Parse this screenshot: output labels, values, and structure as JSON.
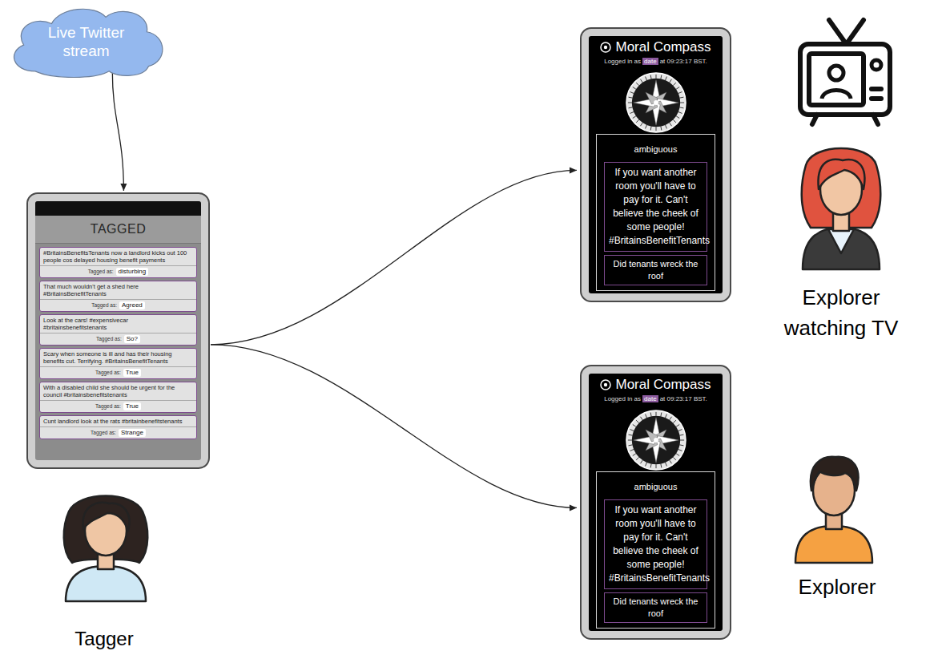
{
  "diagram": {
    "nodes": [
      {
        "text": [
          "Live Twitter stream"
        ]
      },
      {
        "text": [
          "TAGGED"
        ]
      },
      {
        "text": [
          "#BritainsBenefitsTenants now a landlord kicks out 100 people cos delayed housing benefit payments",
          "Tagged as:",
          "disturbing"
        ],
        "in": 1
      },
      {
        "text": [
          "That much wouldn't get a shed here #BritainsBenefitTenants",
          "Tagged as:",
          "Agreed"
        ],
        "in": 1
      },
      {
        "text": [
          "Look at the cars! #expensivecar #britainsbenefitstenants",
          "Tagged as:",
          "So?"
        ],
        "in": 1
      },
      {
        "text": [
          "Scary when someone is ill and has their housing benefits cut. Terrifying. #BritainsBenefitTenants",
          "Tagged as:",
          "True"
        ],
        "in": 1
      },
      {
        "text": [
          "With a disabled child she should be urgent for the council #britainsbenefitstenants",
          "Tagged as:",
          "True"
        ],
        "in": 1
      },
      {
        "text": [
          "Cunt landlord look at the rats #britainbenefitstenants",
          "Tagged as:",
          "Strange"
        ],
        "in": 1
      },
      {
        "text": [
          "Moral Compass",
          "Logged in as",
          "date",
          "at 09:23:17 BST."
        ]
      },
      {
        "text": [
          "ambiguous"
        ],
        "in": 8
      },
      {
        "text": [
          "If you want another room you'll have to pay for it. Can't believe the cheek of some people! #BritainsBenefitTenants"
        ],
        "in": 9
      },
      {
        "text": [
          "Did tenants wreck the roof"
        ],
        "in": 9
      },
      {
        "text": [
          "Moral Compass",
          "Logged in as",
          "date",
          "at 09:23:17 BST."
        ]
      },
      {
        "text": [
          "ambiguous"
        ],
        "in": 12
      },
      {
        "text": [
          "If you want another room you'll have to pay for it. Can't believe the cheek of some people! #BritainsBenefitTenants"
        ],
        "in": 13
      },
      {
        "text": [
          "Did tenants wreck the roof"
        ],
        "in": 13
      }
    ],
    "edges": [
      {
        "from": 0,
        "to": 1,
        "arrow": "to"
      },
      {
        "from": 1,
        "to": 8,
        "arrow": "to"
      },
      {
        "from": 1,
        "to": 12,
        "arrow": "to"
      }
    ],
    "labels": [
      "Tagger",
      "Explorer watching TV",
      "Explorer"
    ]
  }
}
